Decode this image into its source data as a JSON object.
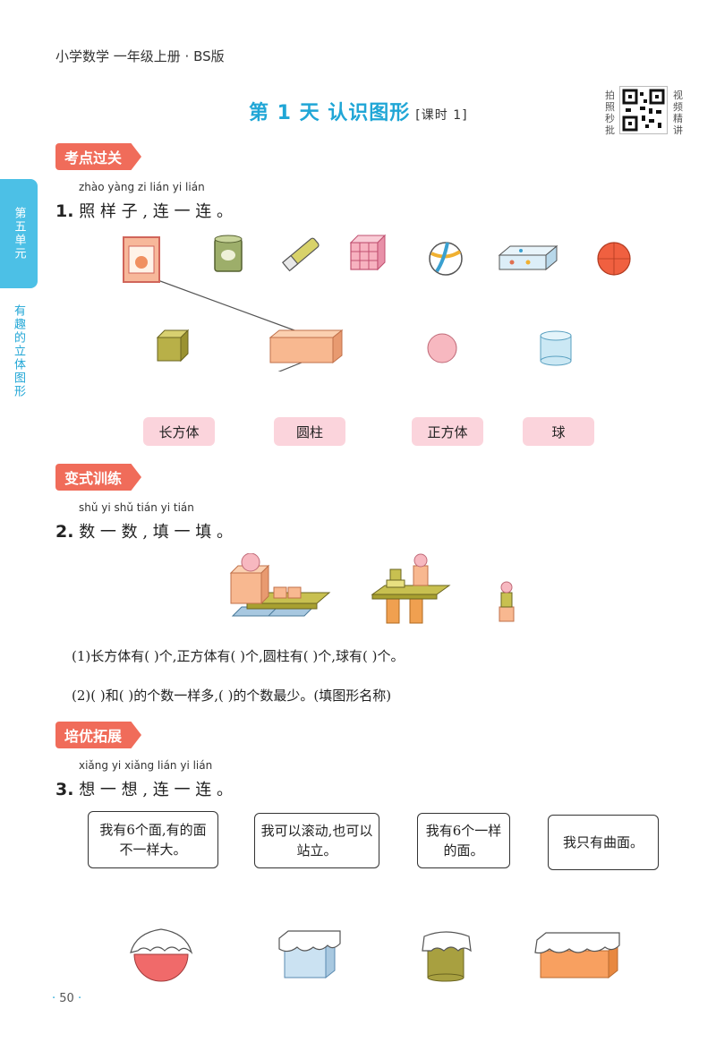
{
  "header": {
    "book_title": "小学数学 一年级上册 · BS版",
    "lesson_title": "第 1 天   认识图形",
    "lesson_sub": "[课时 1]",
    "qr_left": "拍照秒批",
    "qr_right": "视频精讲"
  },
  "side": {
    "unit": "第五单元",
    "topic": "有趣的立体图形"
  },
  "section1": {
    "badge": "考点过关",
    "pinyin": "zhào yàng zi   lián yi lián",
    "num": "1.",
    "text": "照 样 子 , 连 一 连 。",
    "labels": [
      "长方体",
      "圆柱",
      "正方体",
      "球"
    ]
  },
  "section2": {
    "badge": "变式训练",
    "pinyin": "shǔ yi shǔ   tián yi tián",
    "num": "2.",
    "text": "数 一 数 , 填 一 填 。",
    "line1": "(1)长方体有(       )个,正方体有(       )个,圆柱有(       )个,球有(       )个。",
    "line2": "(2)(          )和(          )的个数一样多,(        )的个数最少。(填图形名称)"
  },
  "section3": {
    "badge": "培优拓展",
    "pinyin": "xiǎng yi xiǎng   lián yi lián",
    "num": "3.",
    "text": "想 一 想 , 连 一 连 。",
    "bubbles": [
      "我有6个面,有的面不一样大。",
      "我可以滚动,也可以站立。",
      "我有6个一样的面。",
      "我只有曲面。"
    ]
  },
  "footer": {
    "page": "50"
  },
  "colors": {
    "accent_blue": "#20a6d6",
    "badge_red": "#f06c5a",
    "label_pink": "#fbd4dc"
  }
}
